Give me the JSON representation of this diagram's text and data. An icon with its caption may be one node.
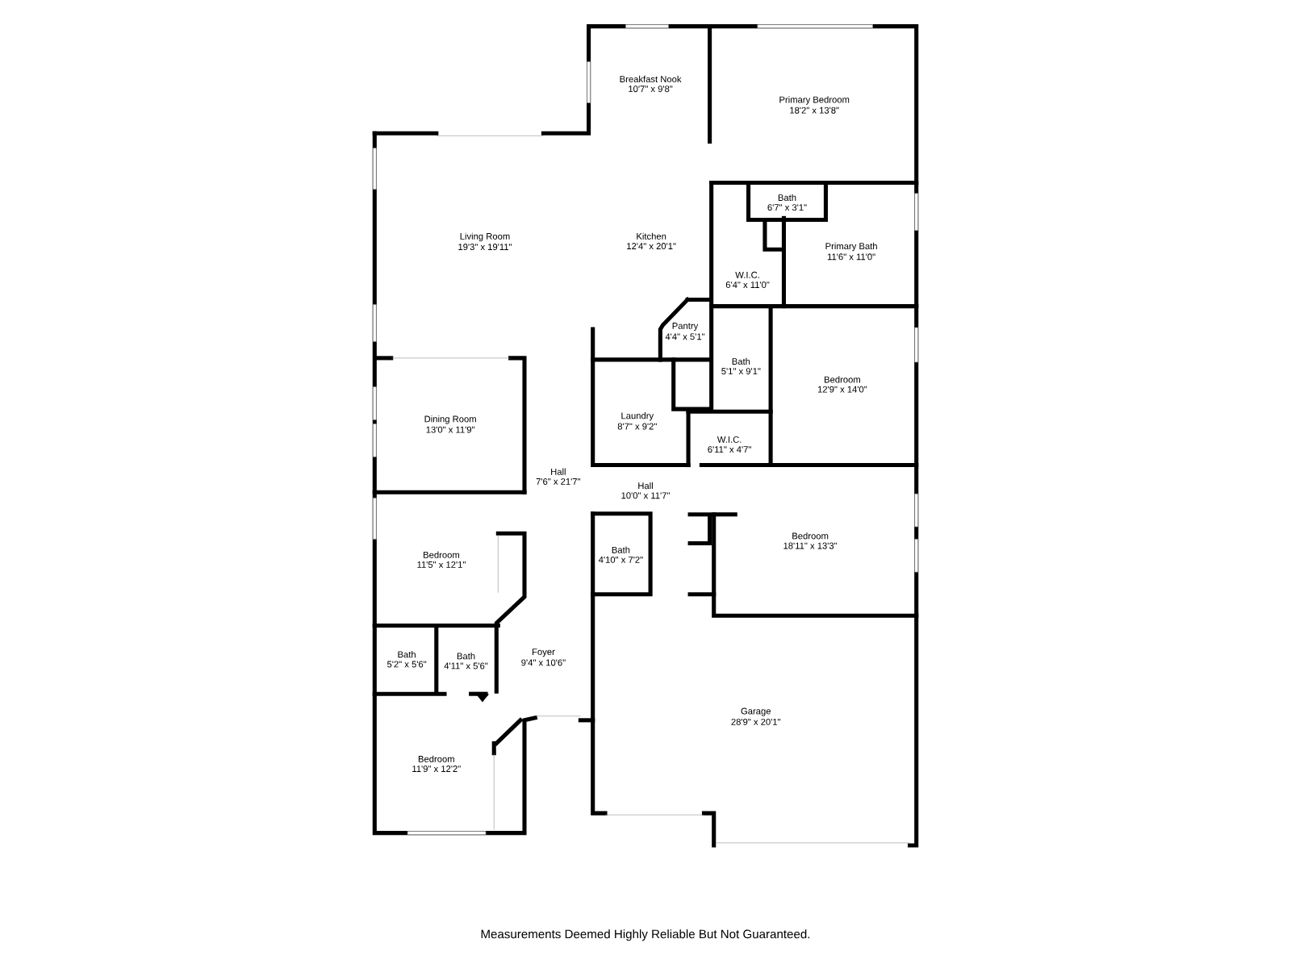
{
  "diagram": {
    "caption": "Measurements Deemed Highly Reliable But Not Guaranteed.",
    "labels": [
      "Breakfast Nook",
      "10'7\" x 9'8\"",
      "Primary Bedroom",
      "18'2\" x 13'8\"",
      "Bath",
      "6'7\" x 3'1\"",
      "Living Room",
      "19'3\" x 19'11\"",
      "Kitchen",
      "12'4\" x 20'1\"",
      "Primary Bath",
      "11'6\" x 11'0\"",
      "W.I.C.",
      "6'4\" x 11'0\"",
      "Pantry",
      "4'4\" x 5'1\"",
      "Bath",
      "5'1\" x 9'1\"",
      "Bedroom",
      "12'9\" x 14'0\"",
      "Dining Room",
      "13'0\" x 11'9\"",
      "Laundry",
      "8'7\" x 9'2\"",
      "W.I.C.",
      "6'11\" x 4'7\"",
      "Hall",
      "7'6\" x 21'7\"",
      "Hall",
      "10'0\" x 11'7\"",
      "Bedroom",
      "18'11\" x 13'3\"",
      "Bedroom",
      "11'5\" x 12'1\"",
      "Bath",
      "4'10\" x 7'2\"",
      "Bath",
      "5'2\" x 5'6\"",
      "Bath",
      "4'11\" x 5'6\"",
      "Foyer",
      "9'4\" x 10'6\"",
      "Garage",
      "28'9\" x 20'1\"",
      "Bedroom",
      "11'9\" x 12'2\""
    ]
  }
}
